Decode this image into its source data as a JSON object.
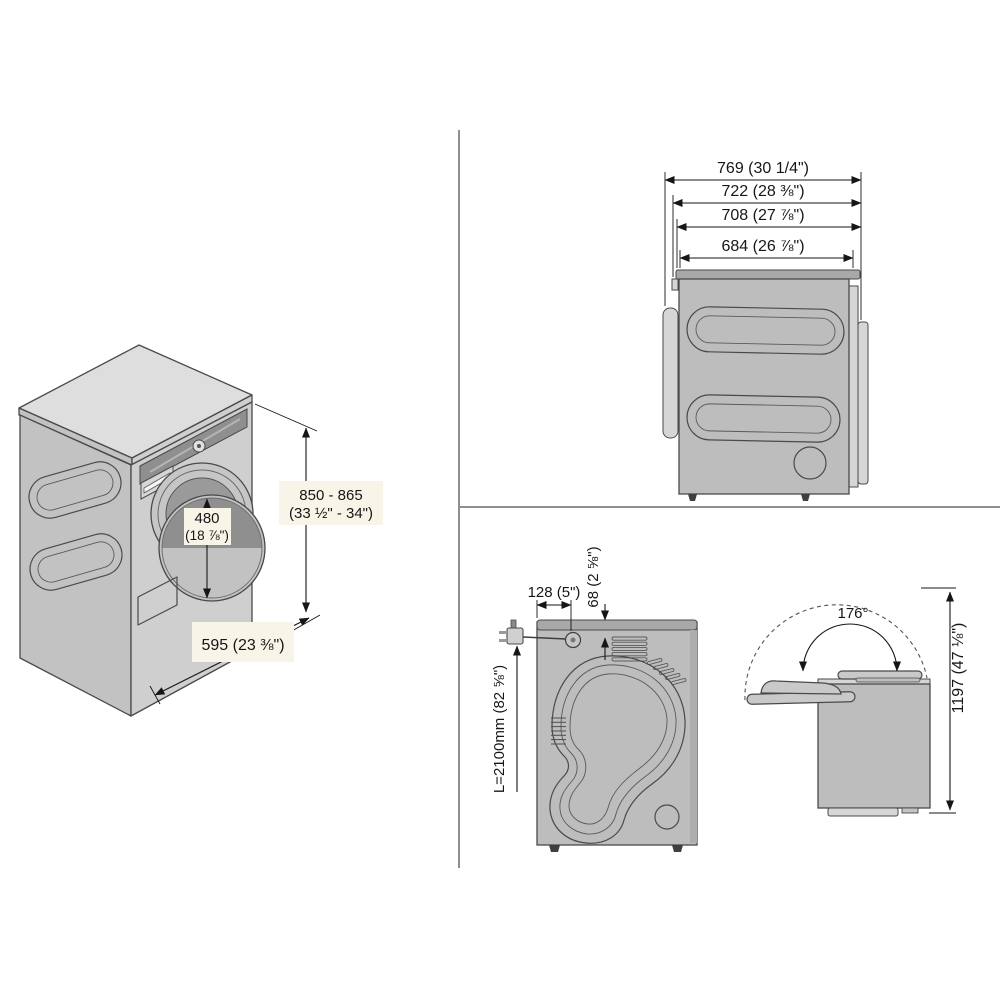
{
  "title": "Appliance installation dimension diagram",
  "colors": {
    "background": "#ffffff",
    "outline": "#4a4a4a",
    "dimension_line": "#161616",
    "body_gray": "#bdbdbd",
    "label_highlight": "#f8f5e8",
    "divider_gray": "#8f8f8f"
  },
  "views": {
    "perspective": {
      "height_mm": "850 - 865",
      "height_in": "(33 ½\" - 34\")",
      "door_mm": "480",
      "door_in": "(18 ⅞\")",
      "width": "595 (23 ⅜\")"
    },
    "side_depth": {
      "depths": [
        "769 (30 1/4\")",
        "722 (28 ⅜\")",
        "708 (27 ⅞\")",
        "684 (26 ⅞\")"
      ]
    },
    "rear": {
      "cord_offset_x": "128 (5\")",
      "cord_offset_y": "68 (2 ⅝\")",
      "cord_length": "L=2100mm (82 ⅝\")"
    },
    "lid_open": {
      "angle": "176°",
      "open_height": "1197 (47 ⅛\")"
    }
  }
}
